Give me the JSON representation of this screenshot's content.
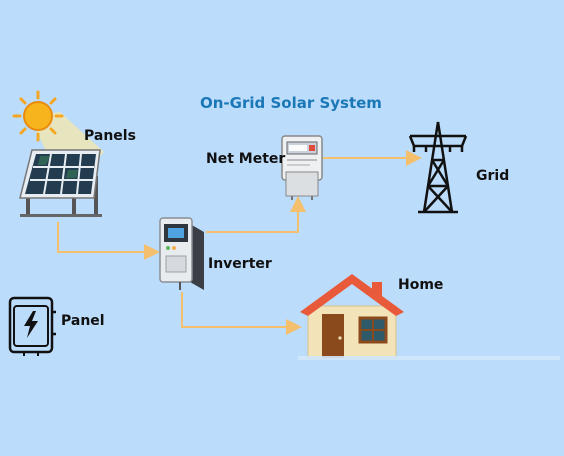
{
  "diagram": {
    "title": "On-Grid Solar System",
    "labels": {
      "panels": "Panels",
      "net_meter": "Net Meter",
      "grid": "Grid",
      "inverter": "Inverter",
      "home": "Home",
      "panel": "Panel"
    },
    "colors": {
      "background": "#bcdcfb",
      "title": "#1b78b7",
      "connector": "#f4c06e",
      "sun": "#f5a623",
      "roof": "#e85a3a"
    },
    "icons": [
      "sun-icon",
      "solar-panels-icon",
      "net-meter-icon",
      "power-tower-icon",
      "inverter-icon",
      "house-icon",
      "electrical-panel-icon"
    ]
  }
}
